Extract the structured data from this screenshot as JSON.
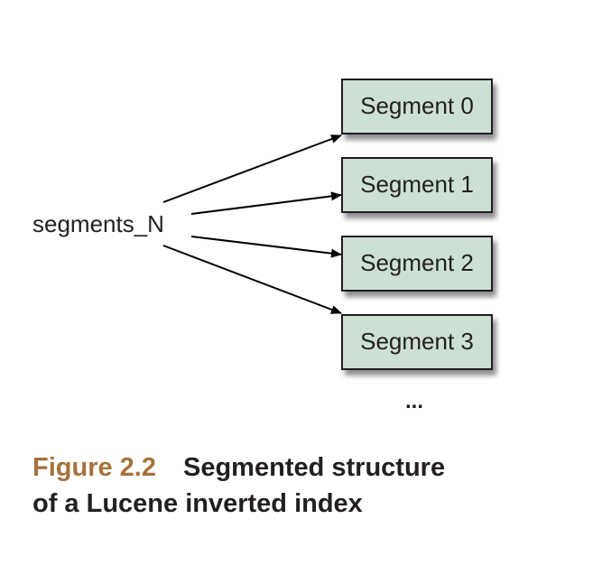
{
  "diagram": {
    "source": {
      "label": "segments_N"
    },
    "segments": [
      {
        "label": "Segment 0"
      },
      {
        "label": "Segment 1"
      },
      {
        "label": "Segment 2"
      },
      {
        "label": "Segment 3"
      }
    ],
    "continuation": "...",
    "colors": {
      "box_fill": "#cce0d4",
      "box_stroke": "#231f20",
      "shadow": "#9a9a9a",
      "arrow": "#000000"
    }
  },
  "caption": {
    "figure_number": "Figure 2.2",
    "title_line1": "Segmented structure",
    "title_line2": "of a Lucene inverted index",
    "figure_number_color": "#a5713c"
  }
}
